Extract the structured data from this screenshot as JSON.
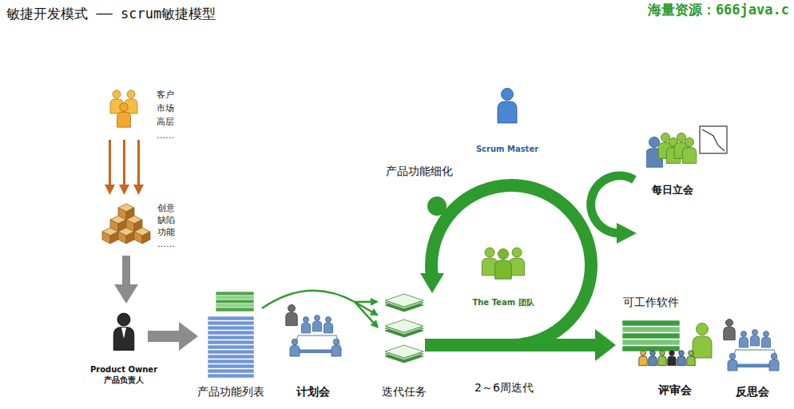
{
  "diagram": {
    "title": "敏捷开发模式 —— scrum敏捷模型",
    "nodes": [
      {
        "text": [
          "客户 市场 高层 ……"
        ]
      },
      {
        "text": [
          "创意 缺陷 功能 ……"
        ]
      },
      {
        "text": [
          "Product Owner",
          "产品负责人"
        ]
      },
      {
        "text": [
          "产品功能列表"
        ]
      },
      {
        "text": [
          "计划会"
        ]
      },
      {
        "text": [
          "迭代任务"
        ]
      },
      {
        "text": [
          "The Team 团队"
        ]
      },
      {
        "text": [
          "Scrum Master"
        ]
      },
      {
        "text": [
          "每日立会"
        ]
      },
      {
        "text": [
          "可工作软件"
        ]
      },
      {
        "text": [
          "评审会"
        ]
      },
      {
        "text": [
          "反思会"
        ]
      }
    ],
    "edges": [
      {
        "from": 0,
        "to": 1,
        "arrow": "to"
      },
      {
        "from": 1,
        "to": 2,
        "arrow": "to"
      },
      {
        "from": 2,
        "to": 3,
        "arrow": "to"
      },
      {
        "from": 3,
        "to": 5,
        "arrow": "to"
      },
      {
        "from": 5,
        "to": 9,
        "arrow": "to"
      }
    ],
    "labels": [
      "产品功能细化",
      "2～6周迭代",
      "海量资源：666java.c"
    ]
  }
}
